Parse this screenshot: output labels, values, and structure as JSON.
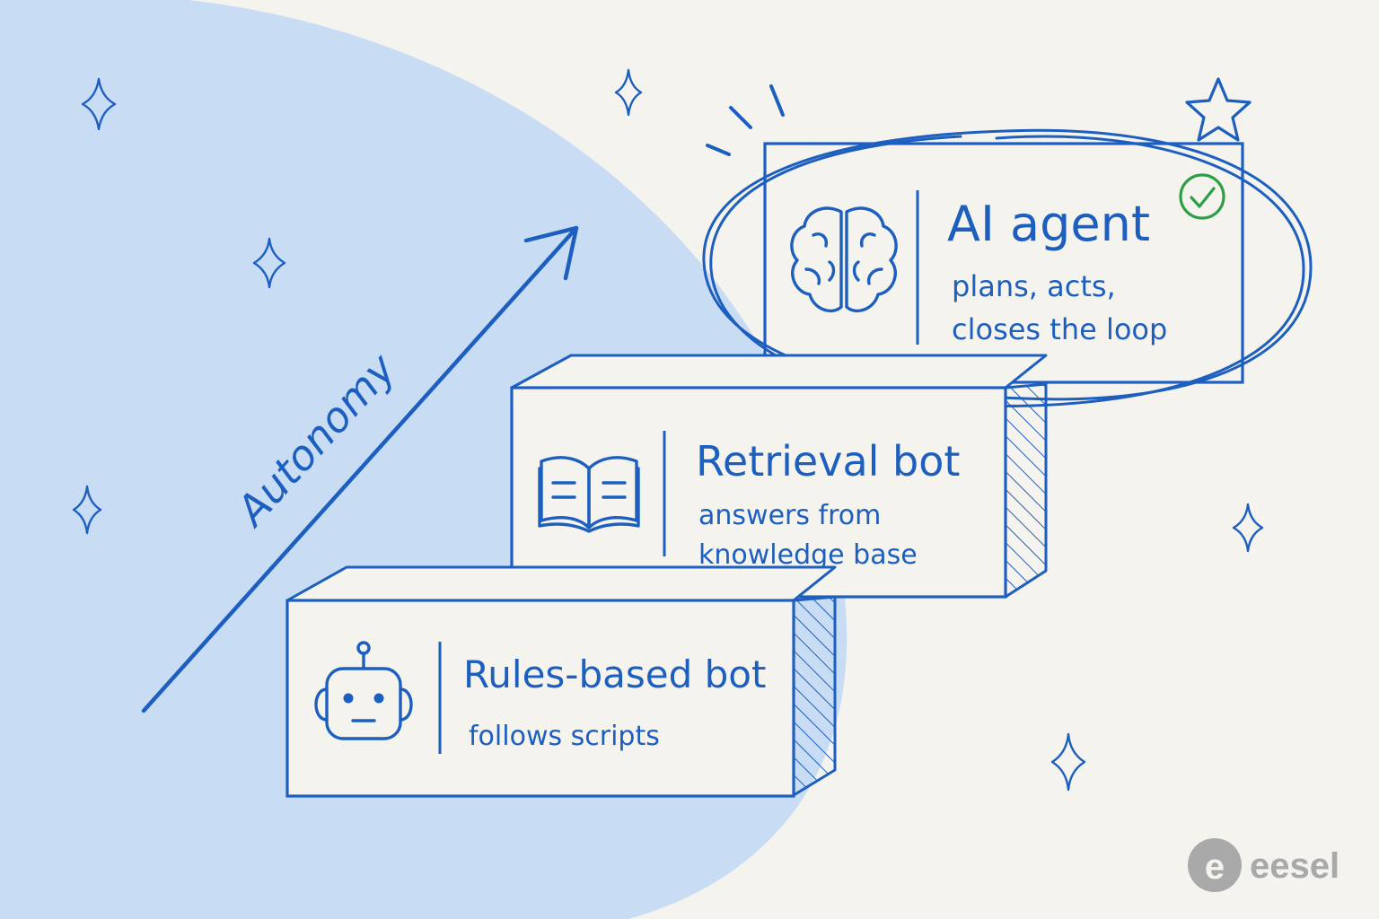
{
  "colors": {
    "ink": "#1d5fbf",
    "blob": "#c8dcf4",
    "background": "#f5f3ee",
    "check": "#2e9e45",
    "logo": "#a9a9a9"
  },
  "axis_label": "Autonomy",
  "tiers": [
    {
      "title": "Rules-based bot",
      "desc_lines": [
        "follows scripts"
      ],
      "icon": "robot-icon"
    },
    {
      "title": "Retrieval bot",
      "desc_lines": [
        "answers from",
        "knowledge base"
      ],
      "icon": "open-book-icon"
    },
    {
      "title": "AI agent",
      "desc_lines": [
        "plans, acts,",
        "closes the loop"
      ],
      "icon": "brain-icon",
      "highlighted": true
    }
  ],
  "logo": {
    "text": "eesel"
  }
}
